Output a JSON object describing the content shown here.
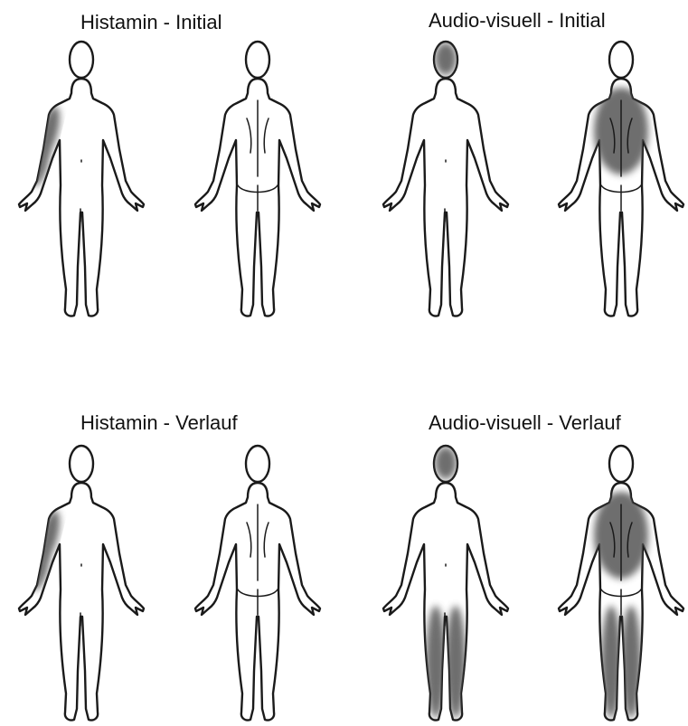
{
  "panels": [
    {
      "title": "Histamin - Initial",
      "front_shading": [
        "right-arm"
      ],
      "back_shading": []
    },
    {
      "title": "Audio-visuell - Initial",
      "front_shading": [
        "head"
      ],
      "back_shading": [
        "back"
      ]
    },
    {
      "title": "Histamin - Verlauf",
      "front_shading": [
        "right-arm"
      ],
      "back_shading": []
    },
    {
      "title": "Audio-visuell - Verlauf",
      "front_shading": [
        "head",
        "legs"
      ],
      "back_shading": [
        "back",
        "legs"
      ]
    }
  ],
  "colors": {
    "shading": "#555555",
    "outline": "#1a1a1a",
    "background": "#ffffff"
  }
}
